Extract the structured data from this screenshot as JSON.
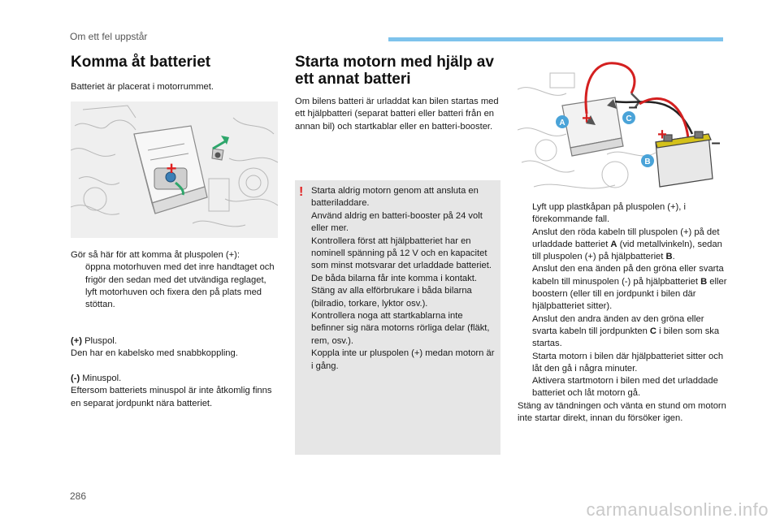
{
  "header": {
    "title": "Om ett fel uppstår"
  },
  "col1": {
    "heading": "Komma åt batteriet",
    "intro": "Batteriet är placerat i motorrummet.",
    "steps_intro": "Gör så här för att komma åt pluspolen (+):",
    "bullet_mark": "",
    "steps": [
      "öppna motorhuven med det inre handtaget och frigör den sedan med det utvändiga reglaget,",
      "lyft motorhuven och fixera den på plats med stöttan."
    ],
    "plus_label": "(+)",
    "plus_title": " Pluspol.",
    "plus_desc": "Den har en kabelsko med snabbkoppling.",
    "minus_label": "(-)",
    "minus_title": " Minuspol.",
    "minus_desc": "Eftersom batteriets minuspol är inte åtkomlig finns en separat jordpunkt nära batteriet.",
    "figure": {
      "plus_symbol": "+"
    }
  },
  "col2": {
    "heading_line1": "Starta motorn med hjälp av",
    "heading_line2": "ett annat batteri",
    "intro": "Om bilens batteri är urladdat kan bilen startas med ett hjälpbatteri (separat batteri eller batteri från en annan bil) och startkablar eller en batteri-booster.",
    "warning_mark": "!",
    "warning_lines": [
      "Starta aldrig motorn genom att ansluta en batteriladdare.",
      "Använd aldrig en batteri-booster på 24 volt eller mer.",
      "Kontrollera först att hjälpbatteriet har en nominell spänning på 12 V och en kapacitet som minst motsvarar det urladdade batteriet.",
      "De båda bilarna får inte komma i kontakt.",
      "Stäng av alla elförbrukare i båda bilarna (bilradio, torkare, lyktor osv.).",
      "Kontrollera noga att startkablarna inte befinner sig nära motorns rörliga delar (fläkt, rem, osv.).",
      "Koppla inte ur pluspolen (+) medan motorn är i gång."
    ]
  },
  "col3": {
    "figure": {
      "label_a": "A",
      "label_b": "B",
      "label_c": "C",
      "plus": "+",
      "minus": "–"
    },
    "bullet_mark": "",
    "steps": [
      [
        "Lyft upp plastkåpan på pluspolen (+), i förekommande fall.",
        "",
        ""
      ],
      [
        "Anslut den röda kabeln till pluspolen (+) på det urladdade batteriet ",
        "A",
        " (vid metallvinkeln), sedan till pluspolen (+) på hjälpbatteriet "
      ],
      [
        "Anslut den ena änden på den gröna eller svarta kabeln till minuspolen (-) på hjälpbatteriet ",
        "B",
        " eller boostern (eller till en jordpunkt i bilen där hjälpbatteriet sitter)."
      ],
      [
        "Anslut den andra änden av den gröna eller svarta kabeln till jordpunkten ",
        "C",
        " i bilen som ska startas."
      ],
      [
        "Starta motorn i bilen där hjälpbatteriet sitter och låt den gå i några minuter.",
        "",
        ""
      ],
      [
        "Aktivera startmotorn i bilen med det urladdade batteriet och låt motorn gå.",
        "",
        ""
      ]
    ],
    "step2_tail_bold": "B",
    "step2_tail": ".",
    "closing": "Stäng av tändningen och vänta en stund om motorn inte startar direkt, innan du försöker igen."
  },
  "footer": {
    "page_number": "286",
    "watermark": "carmanualsonline.info"
  },
  "colors": {
    "accent": "#7ec3ec",
    "warning": "#e02020",
    "cable_red": "#d42020",
    "label_blue": "#4aa3d8",
    "warning_bg": "#e6e6e6"
  }
}
